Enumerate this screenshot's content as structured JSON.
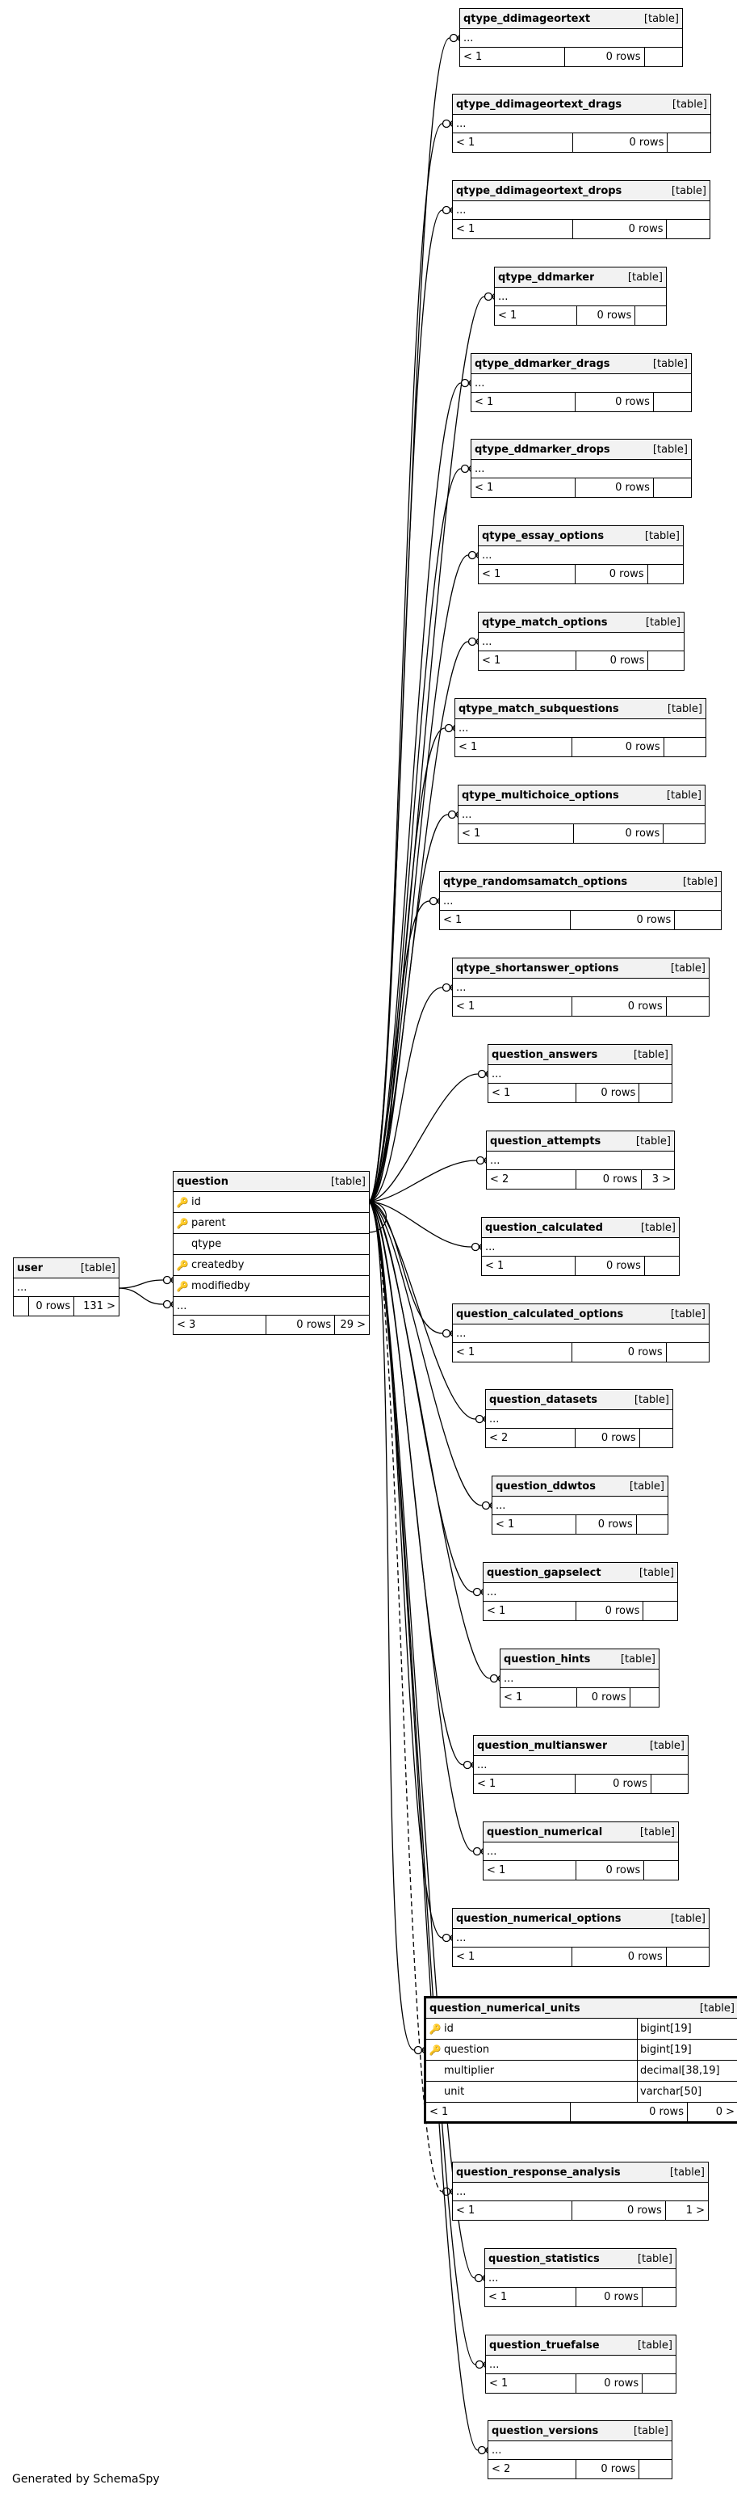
{
  "footer_text": "Generated by SchemaSpy",
  "user": {
    "name": "user",
    "kind": "[table]",
    "ellipsis": "...",
    "parents": "",
    "rows": "0 rows",
    "children": "131 >"
  },
  "question": {
    "name": "question",
    "kind": "[table]",
    "columns": [
      {
        "name": "id",
        "icon": "pk"
      },
      {
        "name": "parent",
        "icon": "fk"
      },
      {
        "name": "qtype",
        "icon": ""
      },
      {
        "name": "createdby",
        "icon": "fk"
      },
      {
        "name": "modifiedby",
        "icon": "fk"
      }
    ],
    "ellipsis": "...",
    "parents": "< 3",
    "rows": "0 rows",
    "children": "29 >"
  },
  "focus": {
    "name": "question_numerical_units",
    "kind": "[table]",
    "columns": [
      {
        "name": "id",
        "type": "bigint[19]",
        "icon": "pk"
      },
      {
        "name": "question",
        "type": "bigint[19]",
        "icon": "fk"
      },
      {
        "name": "multiplier",
        "type": "decimal[38,19]",
        "icon": ""
      },
      {
        "name": "unit",
        "type": "varchar[50]",
        "icon": ""
      }
    ],
    "parents": "< 1",
    "rows": "0 rows",
    "children": "0 >"
  },
  "children": [
    {
      "name": "qtype_ddimageortext",
      "kind": "[table]",
      "ellipsis": "...",
      "parents": "< 1",
      "rows": "0 rows",
      "children": ""
    },
    {
      "name": "qtype_ddimageortext_drags",
      "kind": "[table]",
      "ellipsis": "...",
      "parents": "< 1",
      "rows": "0 rows",
      "children": ""
    },
    {
      "name": "qtype_ddimageortext_drops",
      "kind": "[table]",
      "ellipsis": "...",
      "parents": "< 1",
      "rows": "0 rows",
      "children": ""
    },
    {
      "name": "qtype_ddmarker",
      "kind": "[table]",
      "ellipsis": "...",
      "parents": "< 1",
      "rows": "0 rows",
      "children": ""
    },
    {
      "name": "qtype_ddmarker_drags",
      "kind": "[table]",
      "ellipsis": "...",
      "parents": "< 1",
      "rows": "0 rows",
      "children": ""
    },
    {
      "name": "qtype_ddmarker_drops",
      "kind": "[table]",
      "ellipsis": "...",
      "parents": "< 1",
      "rows": "0 rows",
      "children": ""
    },
    {
      "name": "qtype_essay_options",
      "kind": "[table]",
      "ellipsis": "...",
      "parents": "< 1",
      "rows": "0 rows",
      "children": ""
    },
    {
      "name": "qtype_match_options",
      "kind": "[table]",
      "ellipsis": "...",
      "parents": "< 1",
      "rows": "0 rows",
      "children": ""
    },
    {
      "name": "qtype_match_subquestions",
      "kind": "[table]",
      "ellipsis": "...",
      "parents": "< 1",
      "rows": "0 rows",
      "children": ""
    },
    {
      "name": "qtype_multichoice_options",
      "kind": "[table]",
      "ellipsis": "...",
      "parents": "< 1",
      "rows": "0 rows",
      "children": ""
    },
    {
      "name": "qtype_randomsamatch_options",
      "kind": "[table]",
      "ellipsis": "...",
      "parents": "< 1",
      "rows": "0 rows",
      "children": ""
    },
    {
      "name": "qtype_shortanswer_options",
      "kind": "[table]",
      "ellipsis": "...",
      "parents": "< 1",
      "rows": "0 rows",
      "children": ""
    },
    {
      "name": "question_answers",
      "kind": "[table]",
      "ellipsis": "...",
      "parents": "< 1",
      "rows": "0 rows",
      "children": ""
    },
    {
      "name": "question_attempts",
      "kind": "[table]",
      "ellipsis": "...",
      "parents": "< 2",
      "rows": "0 rows",
      "children": "3 >"
    },
    {
      "name": "question_calculated",
      "kind": "[table]",
      "ellipsis": "...",
      "parents": "< 1",
      "rows": "0 rows",
      "children": ""
    },
    {
      "name": "question_calculated_options",
      "kind": "[table]",
      "ellipsis": "...",
      "parents": "< 1",
      "rows": "0 rows",
      "children": ""
    },
    {
      "name": "question_datasets",
      "kind": "[table]",
      "ellipsis": "...",
      "parents": "< 2",
      "rows": "0 rows",
      "children": ""
    },
    {
      "name": "question_ddwtos",
      "kind": "[table]",
      "ellipsis": "...",
      "parents": "< 1",
      "rows": "0 rows",
      "children": ""
    },
    {
      "name": "question_gapselect",
      "kind": "[table]",
      "ellipsis": "...",
      "parents": "< 1",
      "rows": "0 rows",
      "children": ""
    },
    {
      "name": "question_hints",
      "kind": "[table]",
      "ellipsis": "...",
      "parents": "< 1",
      "rows": "0 rows",
      "children": ""
    },
    {
      "name": "question_multianswer",
      "kind": "[table]",
      "ellipsis": "...",
      "parents": "< 1",
      "rows": "0 rows",
      "children": ""
    },
    {
      "name": "question_numerical",
      "kind": "[table]",
      "ellipsis": "...",
      "parents": "< 1",
      "rows": "0 rows",
      "children": ""
    },
    {
      "name": "question_numerical_options",
      "kind": "[table]",
      "ellipsis": "...",
      "parents": "< 1",
      "rows": "0 rows",
      "children": ""
    },
    {
      "name": "question_response_analysis",
      "kind": "[table]",
      "ellipsis": "...",
      "parents": "< 1",
      "rows": "0 rows",
      "children": "1 >"
    },
    {
      "name": "question_statistics",
      "kind": "[table]",
      "ellipsis": "...",
      "parents": "< 1",
      "rows": "0 rows",
      "children": ""
    },
    {
      "name": "question_truefalse",
      "kind": "[table]",
      "ellipsis": "...",
      "parents": "< 1",
      "rows": "0 rows",
      "children": ""
    },
    {
      "name": "question_versions",
      "kind": "[table]",
      "ellipsis": "...",
      "parents": "< 2",
      "rows": "0 rows",
      "children": ""
    }
  ]
}
